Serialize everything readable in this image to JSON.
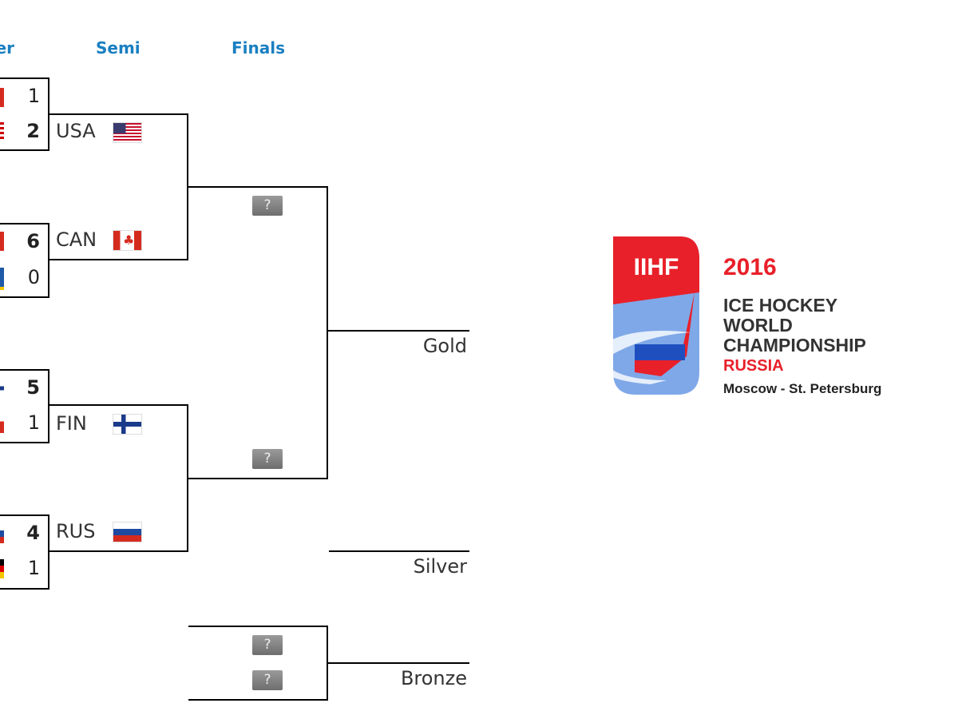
{
  "headers": {
    "quarter": "Quarter",
    "semi": "Semi",
    "finals": "Finals"
  },
  "quarterfinals": [
    {
      "scores": [
        "1",
        "2"
      ],
      "winner": 1
    },
    {
      "scores": [
        "6",
        "0"
      ],
      "winner": 0
    },
    {
      "scores": [
        "5",
        "1"
      ],
      "winner": 0
    },
    {
      "scores": [
        "4",
        "1"
      ],
      "winner": 0
    }
  ],
  "semifinals": [
    {
      "team": "USA",
      "flag": "usa-flag"
    },
    {
      "team": "CAN",
      "flag": "canada-flag"
    },
    {
      "team": "FIN",
      "flag": "finland-flag"
    },
    {
      "team": "RUS",
      "flag": "russia-flag"
    }
  ],
  "finals": {
    "unknown": "?"
  },
  "medals": {
    "gold": "Gold",
    "silver": "Silver",
    "bronze": "Bronze"
  },
  "logo": {
    "brand": "IIHF",
    "year": "2016",
    "line1": "ICE HOCKEY",
    "line2": "WORLD",
    "line3": "CHAMPIONSHIP",
    "country": "RUSSIA",
    "cities": "Moscow - St. Petersburg"
  },
  "colors": {
    "header": "#1a7fc1",
    "logo_red": "#e8202a",
    "logo_blue": "#7fa8e8"
  }
}
